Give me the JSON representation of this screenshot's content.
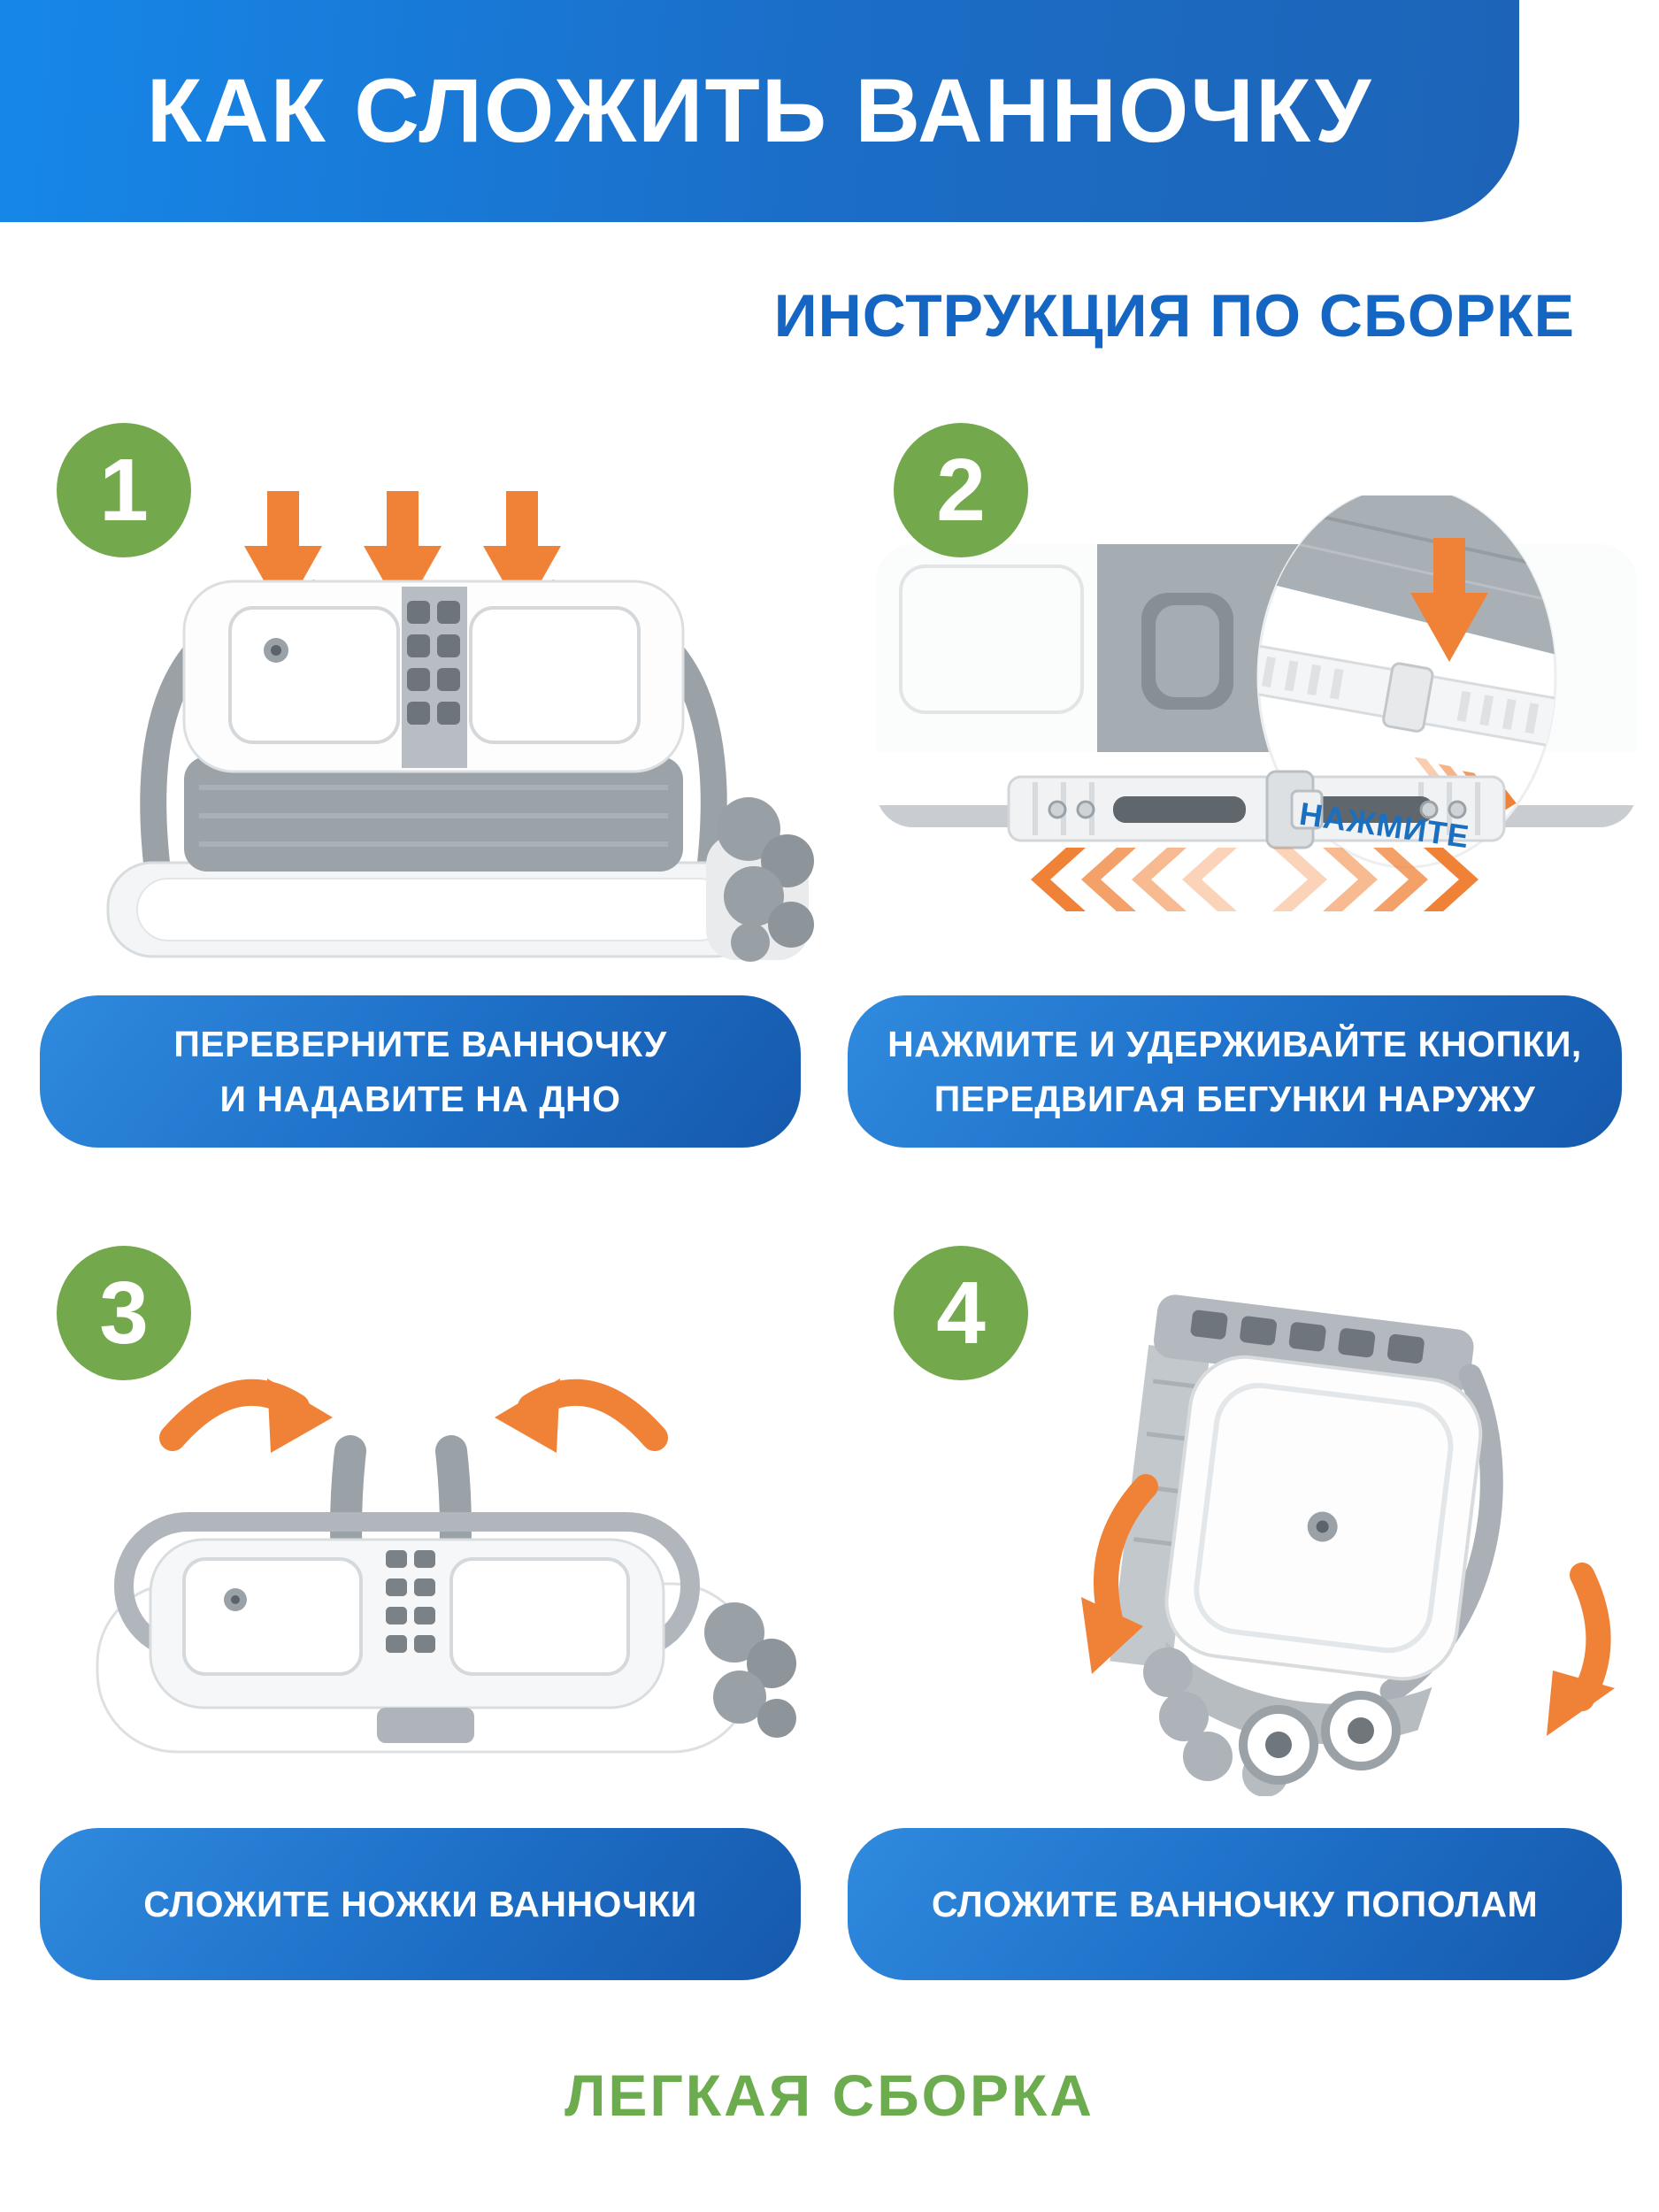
{
  "header": {
    "title": "КАК СЛОЖИТЬ ВАННОЧКУ"
  },
  "subtitle": "ИНСТРУКЦИЯ ПО СБОРКЕ",
  "steps": [
    {
      "number": "1",
      "caption_line1": "ПЕРЕВЕРНИТЕ ВАННОЧКУ",
      "caption_line2": "И НАДАВИТЕ НА ДНО"
    },
    {
      "number": "2",
      "caption_line1": "НАЖМИТЕ И УДЕРЖИВАЙТЕ КНОПКИ,",
      "caption_line2": "ПЕРЕДВИГАЯ БЕГУНКИ НАРУЖУ",
      "inset_label": "НАЖМИТЕ"
    },
    {
      "number": "3",
      "caption_line1": "СЛОЖИТЕ НОЖКИ ВАННОЧКИ"
    },
    {
      "number": "4",
      "caption_line1": "СЛОЖИТЕ ВАННОЧКУ ПОПОЛАМ"
    }
  ],
  "footer": {
    "label": "ЛЕГКАЯ СБОРКА"
  },
  "colors": {
    "banner_blue_light": "#1687e9",
    "banner_blue_dark": "#1d64b8",
    "caption_blue_light": "#2f8ade",
    "caption_blue_dark": "#1659ac",
    "subtitle_blue": "#1565c2",
    "step_badge_green": "#73a84c",
    "footer_green": "#6cab4e",
    "arrow_orange": "#f08237",
    "inset_label_blue": "#1a6fc0"
  }
}
